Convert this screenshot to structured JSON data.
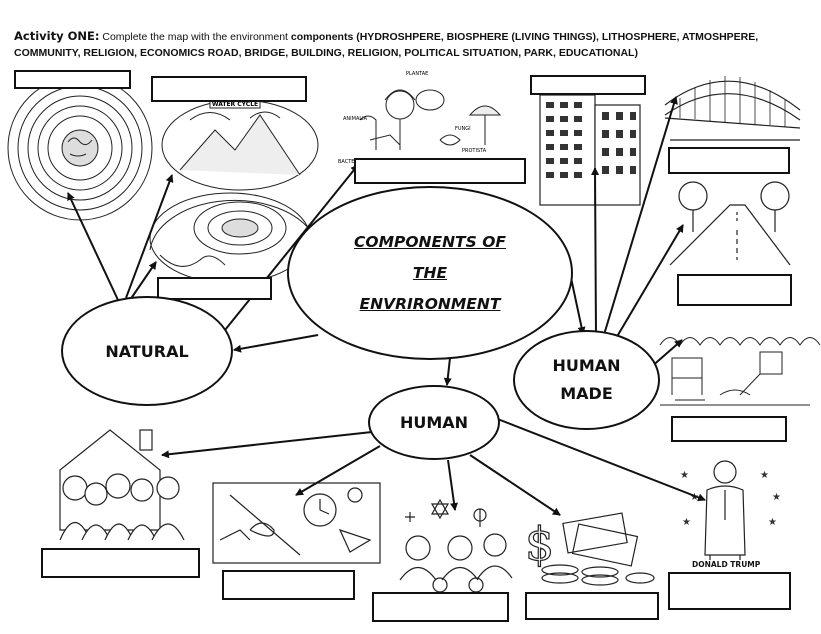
{
  "header": {
    "activity_label": "Activity ONE:",
    "instruction": " Complete the map with the environment ",
    "components_label": "components",
    "list": " (HYDROSHPERE, BIOSPHERE (LIVING THINGS), LITHOSPHERE,  ATMOSHPERE, COMMUNITY, RELIGION, ECONOMICS ROAD, BRIDGE, BUILDING, RELIGION, POLITICAL SITUATION, PARK, EDUCATIONAL)"
  },
  "center": {
    "line1": "COMPONENTS OF",
    "line2": "THE",
    "line3": "ENVRIRONMENT"
  },
  "nodes": {
    "natural": "NATURAL",
    "human": "HUMAN",
    "human_made_line1": "HUMAN",
    "human_made_line2": "MADE"
  },
  "images": {
    "water_cycle": "WATER CYCLE",
    "biosphere": [
      "PLANTAE",
      "ANIMALIA",
      "FUNGI",
      "PROTISTA",
      "BACTERIA"
    ],
    "trump_caption": "DONALD TRUMP"
  },
  "icons": [
    "atmosphere-layers-icon",
    "water-cycle-icon",
    "earth-layers-icon",
    "biosphere-icon",
    "building-icon",
    "bridge-icon",
    "road-icon",
    "park-icon",
    "community-icon",
    "education-icon",
    "religion-icon",
    "money-icon",
    "politician-icon"
  ]
}
